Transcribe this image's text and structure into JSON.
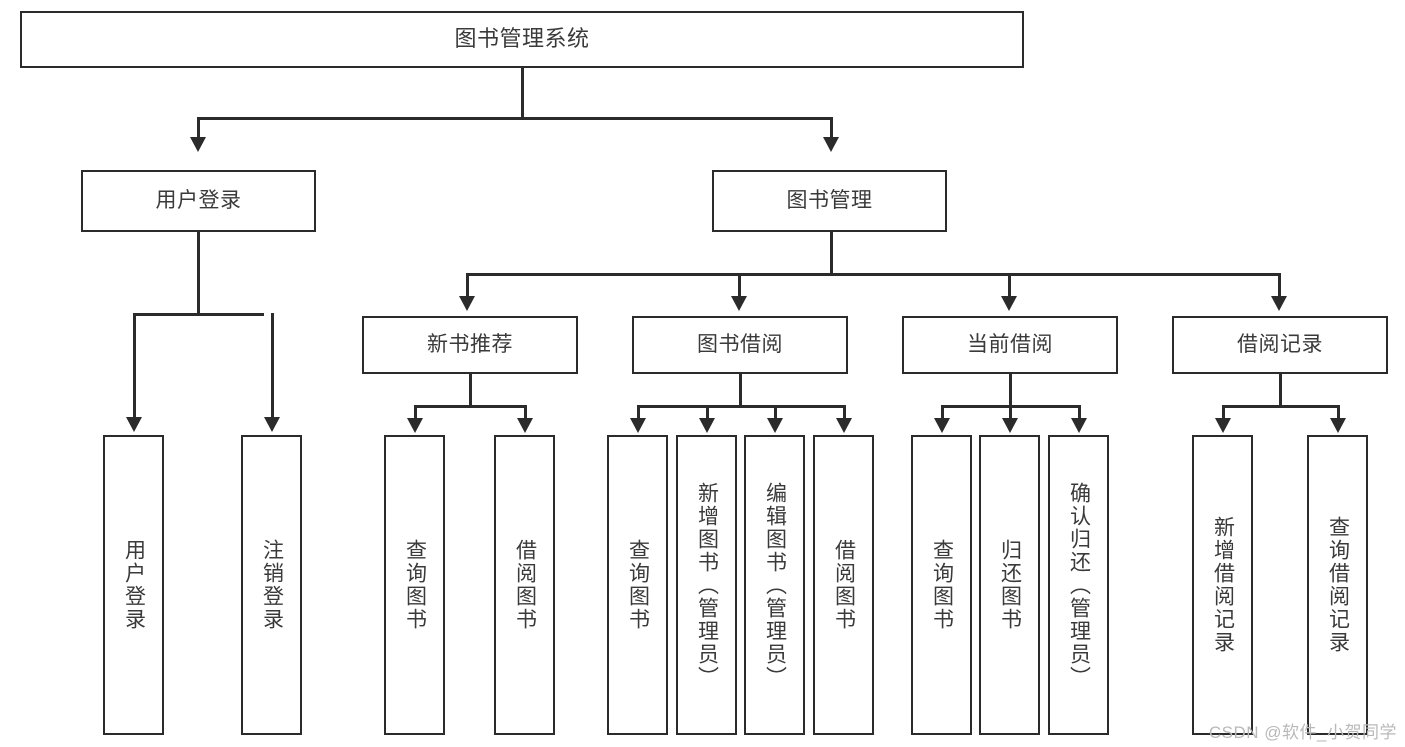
{
  "diagram": {
    "type": "tree-hierarchy",
    "title": "图书管理系统",
    "watermark": "CSDN @软件_小贺同学",
    "colors": {
      "background": "#ffffff",
      "box_border": "#2b2b2b",
      "box_fill": "#ffffff",
      "text": "#3a3a3a",
      "connector": "#2b2b2b",
      "watermark": "#b9b9b9"
    },
    "nodes": {
      "root": {
        "label": "图书管理系统"
      },
      "level2": [
        {
          "label": "用户登录"
        },
        {
          "label": "图书管理"
        }
      ],
      "level3": [
        {
          "label": "新书推荐"
        },
        {
          "label": "图书借阅"
        },
        {
          "label": "当前借阅"
        },
        {
          "label": "借阅记录"
        }
      ],
      "leaves": {
        "user_login": [
          {
            "label": "用户登录"
          },
          {
            "label": "注销登录"
          }
        ],
        "new_book_recommend": [
          {
            "label": "查询图书"
          },
          {
            "label": "借阅图书"
          }
        ],
        "book_borrow": [
          {
            "label": "查询图书"
          },
          {
            "label": "新增图书（管理员）"
          },
          {
            "label": "编辑图书（管理员）"
          },
          {
            "label": "借阅图书"
          }
        ],
        "current_borrow": [
          {
            "label": "查询图书"
          },
          {
            "label": "归还图书"
          },
          {
            "label": "确认归还（管理员）"
          }
        ],
        "borrow_record": [
          {
            "label": "新增借阅记录"
          },
          {
            "label": "查询借阅记录"
          }
        ]
      }
    }
  }
}
